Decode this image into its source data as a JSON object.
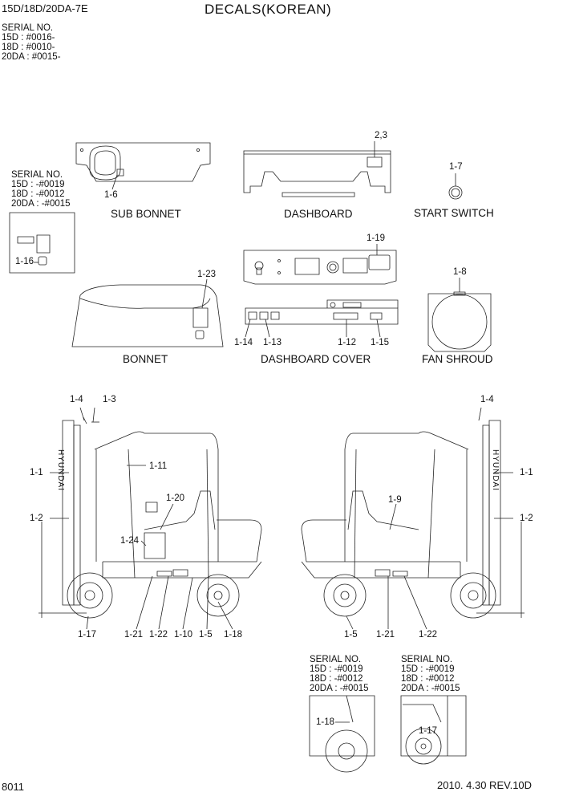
{
  "header": {
    "model": "15D/18D/20DA-7E",
    "title": "DECALS(KOREAN)"
  },
  "serial_top": {
    "heading": "SERIAL NO.",
    "lines": [
      "15D : #0016-",
      "18D : #0010-",
      "20DA : #0015-"
    ]
  },
  "serial_box": {
    "heading": "SERIAL NO.",
    "lines": [
      "15D : -#0019",
      "18D : -#0012",
      "20DA : -#0015"
    ]
  },
  "serial_bottom_left": {
    "heading": "SERIAL NO.",
    "lines": [
      "15D : -#0019",
      "18D : -#0012",
      "20DA : -#0015"
    ]
  },
  "serial_bottom_right": {
    "heading": "SERIAL NO.",
    "lines": [
      "15D : -#0019",
      "18D : -#0012",
      "20DA : -#0015"
    ]
  },
  "captions": {
    "sub_bonnet": "SUB BONNET",
    "dashboard": "DASHBOARD",
    "start_switch": "START SWITCH",
    "bonnet": "BONNET",
    "dashboard_cover": "DASHBOARD COVER",
    "fan_shroud": "FAN SHROUD"
  },
  "brand_text": "HYUNDAI",
  "callouts": {
    "subbonnet": "1-6",
    "dashboard": "2,3",
    "start_switch": "1-7",
    "box": "1-16",
    "dash_top": "1-19",
    "bonnet": "1-23",
    "fan": "1-8",
    "dc_a": "1-14",
    "dc_b": "1-13",
    "dc_c": "1-12",
    "dc_d": "1-15",
    "left_top_a": "1-4",
    "left_top_b": "1-3",
    "left_mast": "1-1",
    "left_11": "1-11",
    "left_20": "1-20",
    "left_2": "1-2",
    "left_24": "1-24",
    "left_b1": "1-17",
    "left_b2": "1-21",
    "left_b3": "1-22",
    "left_b4": "1-10",
    "left_b5": "1-5",
    "left_b6": "1-18",
    "right_top": "1-4",
    "right_mast": "1-1",
    "right_9": "1-9",
    "right_2": "1-2",
    "right_b1": "1-5",
    "right_b2": "1-21",
    "right_b3": "1-22",
    "detail_left": "1-18",
    "detail_right": "1-17"
  },
  "footer": {
    "page": "8011",
    "date_rev": "2010. 4.30  REV.10D"
  }
}
